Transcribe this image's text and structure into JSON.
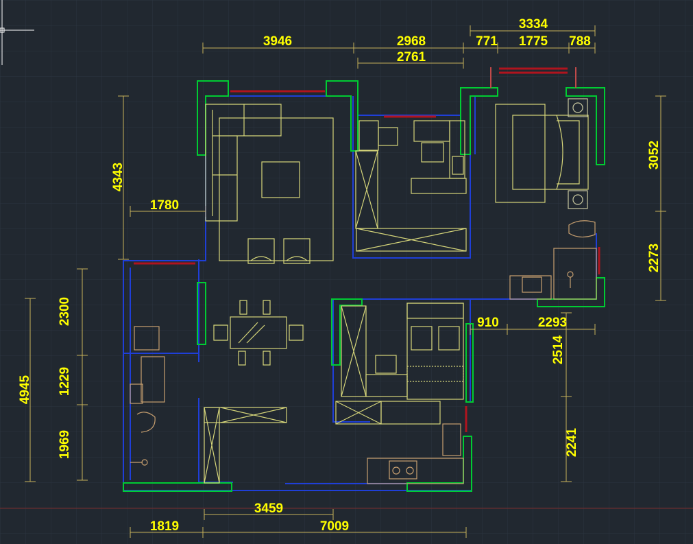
{
  "colors": {
    "background": "#212830",
    "grid": "#2c3540",
    "wall_green": "#00cc33",
    "wall_blue": "#1f3fd8",
    "window_red": "#b0141e",
    "furniture": "#d6d67a",
    "fixture": "#c8a070",
    "dimension_text": "#ffff00",
    "dimension_line": "#c8b25a"
  },
  "dimensions": {
    "top_living_width": "3946",
    "top_middle_width": "2968",
    "top_middle_inner": "2761",
    "top_right_total": "3334",
    "top_right_left": "771",
    "top_right_mid": "1775",
    "top_right_right": "788",
    "left_living_height": "4343",
    "left_offset": "1780",
    "left_bath_upper": "2300",
    "left_bath_mid": "1229",
    "left_bath_lower": "1969",
    "left_total": "4945",
    "right_bedroom_height": "3052",
    "right_bath_height": "2273",
    "right_mid_left": "910",
    "right_mid_right": "2293",
    "right_kitchen_upper": "2514",
    "right_kitchen_lower": "2241",
    "bottom_inner": "3459",
    "bottom_left": "1819",
    "bottom_total": "7009"
  }
}
